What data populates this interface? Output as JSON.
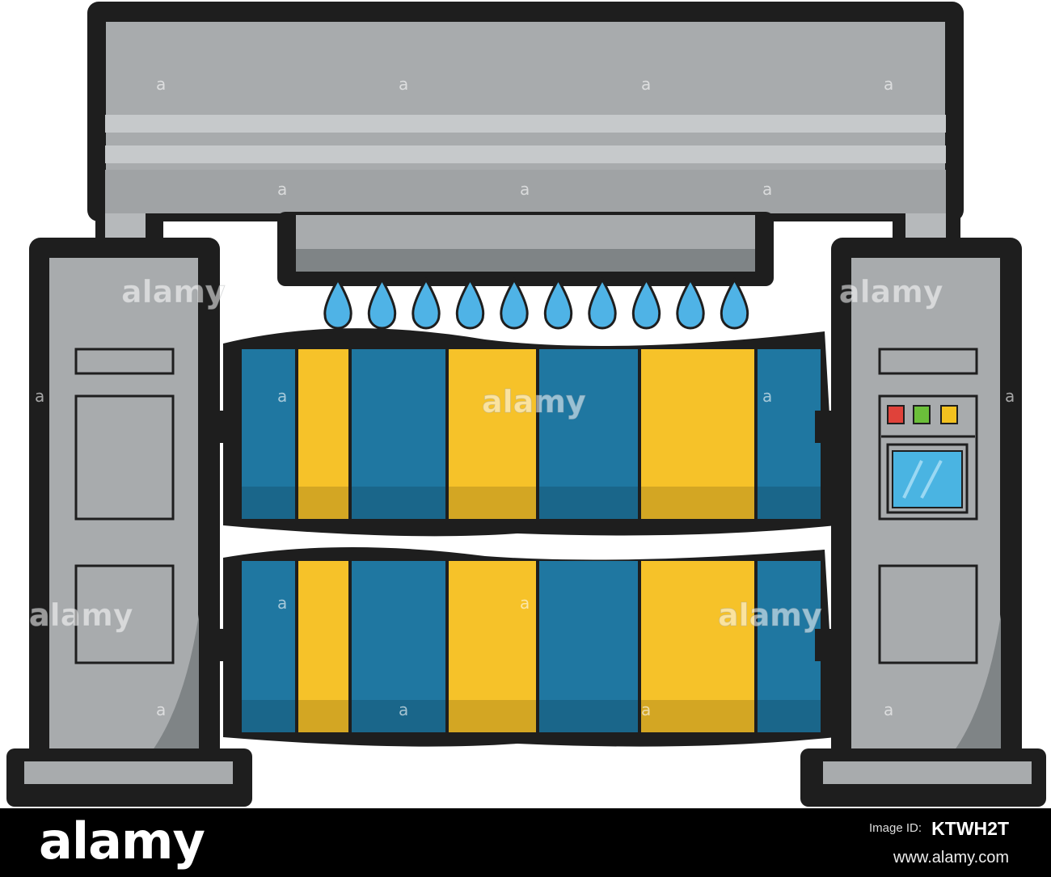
{
  "illustration": {
    "subject": "car-wash-machine",
    "colors": {
      "outline": "#1e1e1e",
      "frame_light": "#a8abad",
      "frame_stripe": "#c6c9cb",
      "frame_dark": "#7f8486",
      "brush_blue": "#1f77a1",
      "brush_yellow": "#f6c229",
      "water_drop": "#4fb3e6",
      "indicator_red": "#e0423a",
      "indicator_green": "#6bbf3a",
      "indicator_yellow": "#f3c11f",
      "screen": "#4ab4e2"
    },
    "indicator_lights": [
      "red",
      "green",
      "yellow"
    ]
  },
  "watermark": {
    "text": "alamy",
    "small_mark": "a"
  },
  "footer": {
    "logo": "alamy",
    "image_id_label": "Image ID:",
    "image_id": "KTWH2T",
    "site_url": "www.alamy.com"
  }
}
